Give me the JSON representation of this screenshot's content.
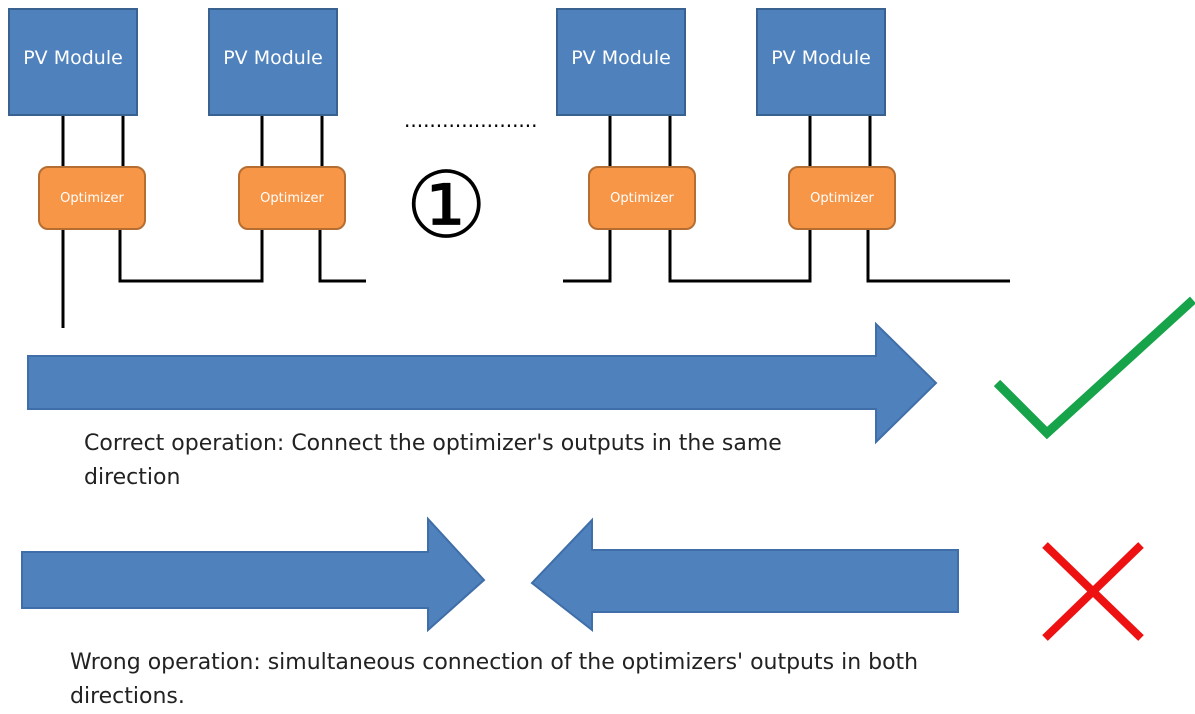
{
  "modules": [
    {
      "label": "PV Module"
    },
    {
      "label": "PV Module"
    },
    {
      "label": "PV Module"
    },
    {
      "label": "PV Module"
    }
  ],
  "optimizers": [
    {
      "label": "Optimizer"
    },
    {
      "label": "Optimizer"
    },
    {
      "label": "Optimizer"
    },
    {
      "label": "Optimizer"
    }
  ],
  "ellipsis": ".....................",
  "marker": "①",
  "correct": {
    "caption": "Correct operation: Connect the optimizer's outputs in the same direction",
    "icon": "checkmark-icon",
    "color": "#16a34a"
  },
  "wrong": {
    "caption": "Wrong operation: simultaneous connection of the optimizers' outputs in both directions.",
    "icon": "cross-icon",
    "color": "#ee1111"
  },
  "colors": {
    "module_fill": "#4f81bd",
    "optimizer_fill": "#f79646",
    "arrow_fill": "#4f81bd"
  }
}
